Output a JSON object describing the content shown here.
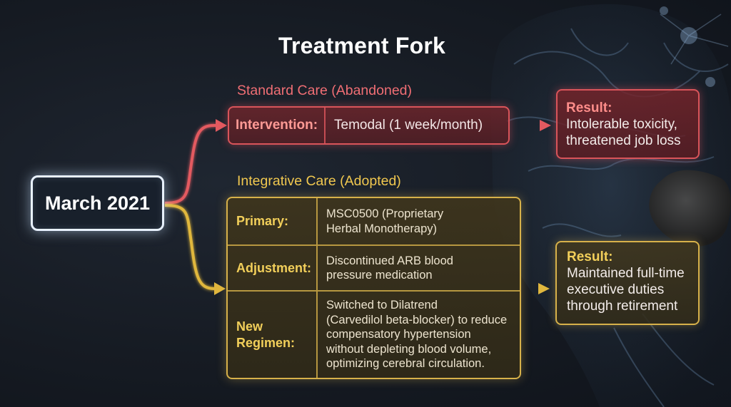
{
  "title": "Treatment Fork",
  "start": {
    "label": "March 2021"
  },
  "standard_care": {
    "heading": "Standard Care (Abandoned)",
    "label": "Intervention:",
    "value": "Temodal (1 week/month)",
    "result": {
      "heading": "Result:",
      "lines": [
        "Intolerable toxicity,",
        "threatened job loss"
      ]
    }
  },
  "integrative_care": {
    "heading": "Integrative Care (Adopted)",
    "rows": [
      {
        "label_lines": [
          "Primary:"
        ],
        "value_lines": [
          "MSC0500 (Proprietary",
          "Herbal Monotherapy)"
        ]
      },
      {
        "label_lines": [
          "Adjustment:"
        ],
        "value_lines": [
          "Discontinued ARB blood",
          "pressure medication"
        ]
      },
      {
        "label_lines": [
          "New",
          "Regimen:"
        ],
        "value_lines": [
          "Switched to Dilatrend",
          "(Carvedilol beta-blocker) to reduce",
          "compensatory hypertension",
          "without depleting blood volume,",
          "optimizing cerebral circulation."
        ]
      }
    ],
    "result": {
      "heading": "Result:",
      "lines": [
        "Maintained full-time",
        "executive duties",
        "through retirement"
      ]
    }
  },
  "colors": {
    "red_accent": "#d9545a",
    "gold_accent": "#d7b14a",
    "start_border": "#e8f1ff"
  }
}
